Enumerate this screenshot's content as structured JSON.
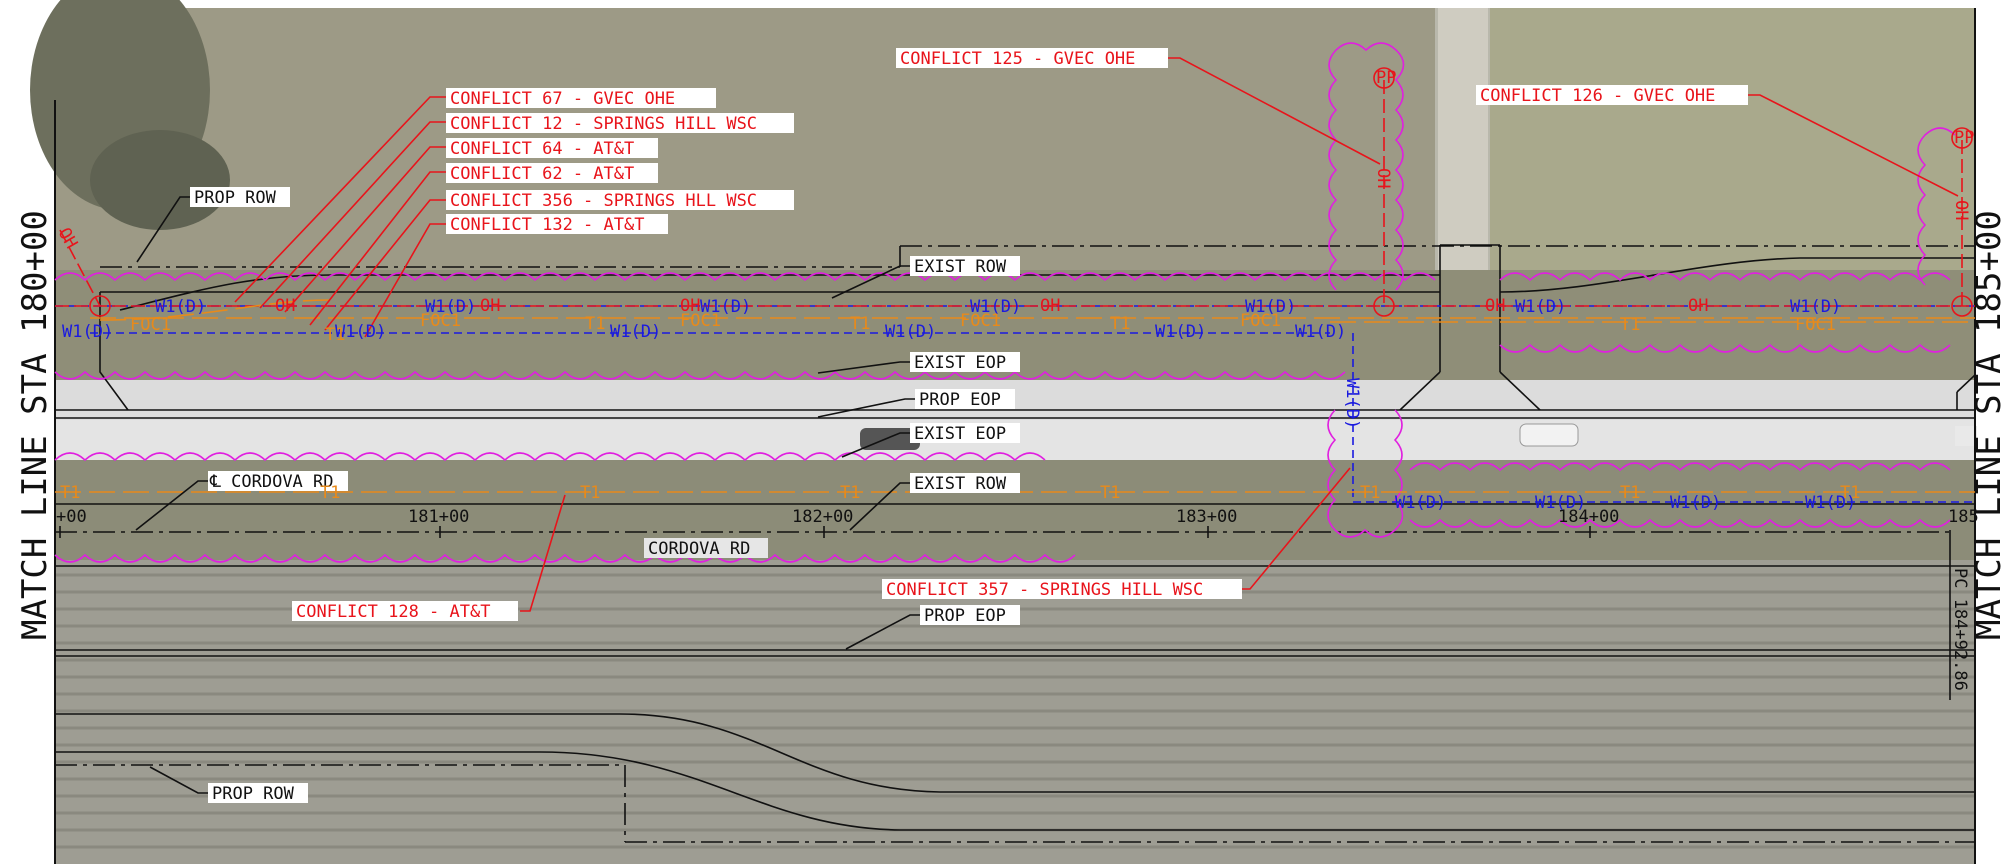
{
  "match_lines": {
    "left": "MATCH LINE STA 180+00",
    "right": "MATCH LINE STA 185+00"
  },
  "road_name": "CORDOVA RD",
  "centerline_label": "℄ CORDOVA RD",
  "stations": [
    "+00",
    "181+00",
    "182+00",
    "183+00",
    "184+00",
    "185"
  ],
  "pc_label": "PC 184+92.86",
  "conflicts": [
    "CONFLICT 67 - GVEC OHE",
    "CONFLICT 12 - SPRINGS HILL WSC",
    "CONFLICT 64 - AT&T",
    "CONFLICT 62 - AT&T",
    "CONFLICT 356 - SPRINGS HLL WSC",
    "CONFLICT 132 - AT&T",
    "CONFLICT 125 - GVEC OHE",
    "CONFLICT 126 - GVEC OHE",
    "CONFLICT 128 - AT&T",
    "CONFLICT 357 - SPRINGS HILL WSC"
  ],
  "callouts": {
    "prop_row_top": "PROP ROW",
    "exist_row_top": "EXIST ROW",
    "exist_eop_top": "EXIST EOP",
    "prop_eop_top": "PROP EOP",
    "exist_eop_bottom": "EXIST EOP",
    "exist_row_bottom": "EXIST ROW",
    "prop_eop_bottom": "PROP EOP",
    "prop_row_bottom": "PROP ROW"
  },
  "utility_codes": {
    "water": "W1(D)",
    "telecom": "T1",
    "fiber": "FOC1",
    "overhead": "OH",
    "power_pole": "PP"
  },
  "colors": {
    "conflict": "#e8141b",
    "water": "#1a1adf",
    "telecom": "#e88a1a",
    "cloud": "#e020e0",
    "linework": "#111111"
  }
}
